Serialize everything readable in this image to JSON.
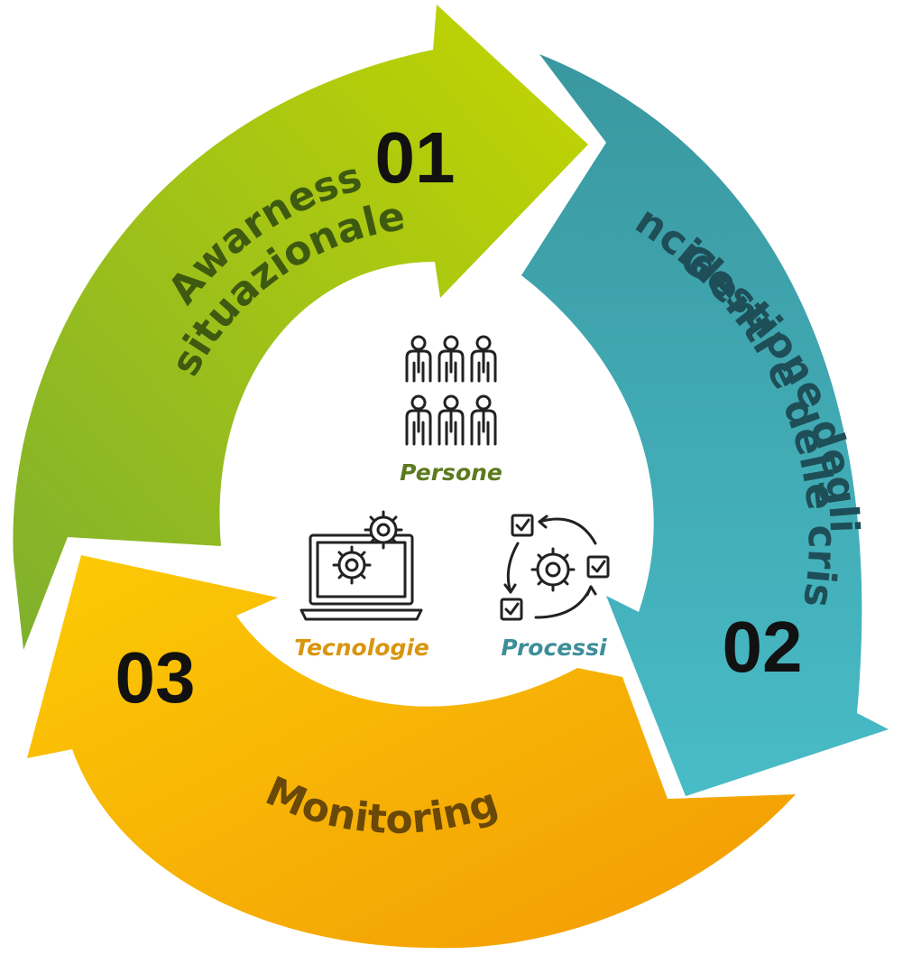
{
  "cycle": {
    "steps": [
      {
        "number": "01",
        "lines": [
          "Awarness",
          "situazionale"
        ],
        "color": "#99C12B",
        "text_color": "#3E5A10"
      },
      {
        "number": "02",
        "lines": [
          "Gestione degli",
          "incidenti e delle crisi"
        ],
        "color": "#3AA7B4",
        "text_color": "#1E4E57"
      },
      {
        "number": "03",
        "lines": [
          "Monitoring"
        ],
        "color": "#F5B507",
        "text_color": "#6A4808"
      }
    ]
  },
  "center": {
    "persone": {
      "label": "Persone",
      "icon": "people-icon",
      "color": "#5C7A1E"
    },
    "tecnologie": {
      "label": "Tecnologie",
      "icon": "laptop-gears-icon",
      "color": "#D9950F"
    },
    "processi": {
      "label": "Processi",
      "icon": "process-cycle-icon",
      "color": "#3D8E99"
    }
  }
}
